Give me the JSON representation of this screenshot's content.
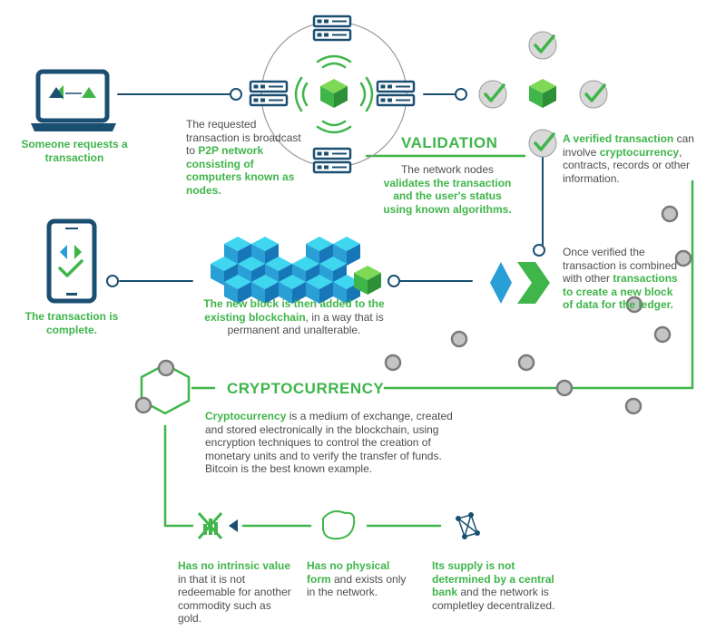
{
  "colors": {
    "green": "#3fb54a",
    "navy": "#1b4f72",
    "gray": "#aaaaaa",
    "blue": "#2a9fd6"
  },
  "icons": [
    "laptop-icon",
    "server-icon",
    "wifi-signal-icon",
    "green-cube-icon",
    "checkmark-icon",
    "smartphone-icon",
    "blockchain-cubes-icon",
    "chevron-logo-icon",
    "hexagon-icon",
    "no-value-icon",
    "blob-shape-icon",
    "network-graph-icon"
  ],
  "step1": {
    "label": "Someone requests a transaction"
  },
  "step2": {
    "pre": "The requested transaction is broadcast to ",
    "highlight": "P2P network consisting of computers known as nodes."
  },
  "validation": {
    "heading": "VALIDATION",
    "pre": "The network nodes ",
    "highlight": "validates the transaction and the user's status using known algorithms."
  },
  "verified": {
    "highlight1": "A verified transaction",
    "text1": " can involve ",
    "highlight2": "cryptocurrency",
    "text2": ", contracts, records or other information."
  },
  "combined": {
    "text": "Once verified the transaction is combined with other ",
    "highlight": "transactions to create a new block of data for the ledger."
  },
  "block_added": {
    "highlight": "The new block is then added to the existing blockchain",
    "text": ", in a way that is permanent and unalterable."
  },
  "complete": {
    "label": "The transaction is complete."
  },
  "cryptocurrency": {
    "heading": "CRYPTOCURRENCY",
    "highlight": "Cryptocurrency",
    "text": " is a medium of exchange, created and stored electronically in the blockchain, using encryption techniques to control the creation of monetary units and to verify the transfer of funds. Bitcoin is the best known example."
  },
  "features": {
    "intrinsic": {
      "highlight": "Has no intrinsic value",
      "text": " in that it is not redeemable for another commodity such as gold."
    },
    "physical": {
      "highlight": "Has no physical form",
      "text": " and exists only in the network."
    },
    "supply": {
      "highlight": "Its supply is not determined by a central bank",
      "text": " and the network is completley decentralized."
    }
  }
}
